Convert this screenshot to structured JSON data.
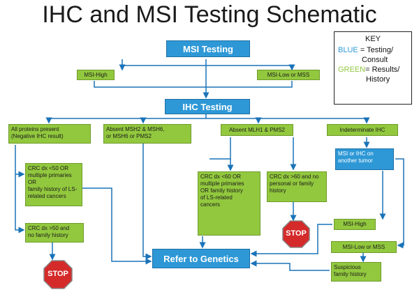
{
  "title": "IHC and MSI Testing Schematic",
  "key": {
    "heading": "KEY",
    "blue_word": "BLUE",
    "blue_desc": "= Testing/",
    "blue_desc2": "Consult",
    "green_word": "GREEN",
    "green_desc": "= Results/",
    "green_desc2": "History"
  },
  "colors": {
    "blue": "#2e98d6",
    "green": "#92c83e",
    "stop_red": "#d42a2a"
  },
  "nodes": {
    "msi_testing": "MSI Testing",
    "msi_high": "MSI-High",
    "msi_low_mss": "MSI-Low or MSS",
    "ihc_testing": "IHC Testing",
    "all_proteins": "All proteins present\n(Negative IHC result)",
    "absent_msh2": "Absent MSH2 & MSH6,\nor MSH6 or PMS2",
    "absent_mlh1": "Absent MLH1 & PMS2",
    "indeterminate": "Indeterminate IHC",
    "msi_ihc_other": "MSI or IHC on\nanother tumor",
    "crc_lt50": "CRC dx <50 OR\nmultiple primaries\nOR\nfamily history of LS-\nrelated cancers",
    "crc_gt50": "CRC dx >50 and\nno family history",
    "crc_lt60": "CRC dx <60 OR\nmultiple primaries\nOR family history\nof LS-related\ncancers",
    "crc_gt60": "CRC dx >60 and no\npersonal or family\nhistory",
    "msi_high_2": "MSI-High",
    "msi_low_mss_2": "MSI-Low or MSS",
    "suspicious": "Suspicious\nfamily history",
    "refer": "Refer to Genetics"
  },
  "stop_label": "STOP"
}
